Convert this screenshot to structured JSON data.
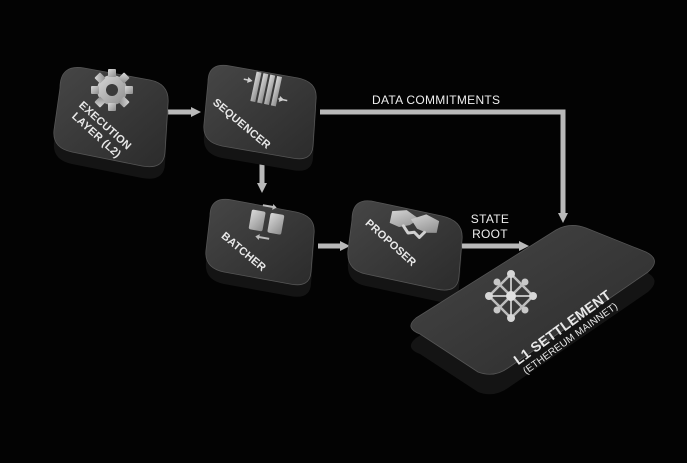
{
  "nodes": {
    "execution": {
      "line1": "EXECUTION",
      "line2": "LAYER (L2)",
      "icon": "gear-icon"
    },
    "sequencer": {
      "label": "SEQUENCER",
      "icon": "stack-arrows-icon"
    },
    "batcher": {
      "label": "BATCHER",
      "icon": "batch-swap-icon"
    },
    "proposer": {
      "label": "PROPOSER",
      "icon": "handshake-icon"
    },
    "settlement": {
      "line1": "L1 SETTLEMENT",
      "line2": "(ETHEREUM MAINNET)",
      "icon": "network-node-icon"
    }
  },
  "edges": {
    "data_commitments": "DATA COMMITMENTS",
    "state_root_line1": "STATE",
    "state_root_line2": "ROOT"
  },
  "colors": {
    "background": "#030303",
    "block_top": "#3a3a3a",
    "block_side": "#141414",
    "arrow": "#b9b9b9",
    "text": "#e8e8e8"
  }
}
